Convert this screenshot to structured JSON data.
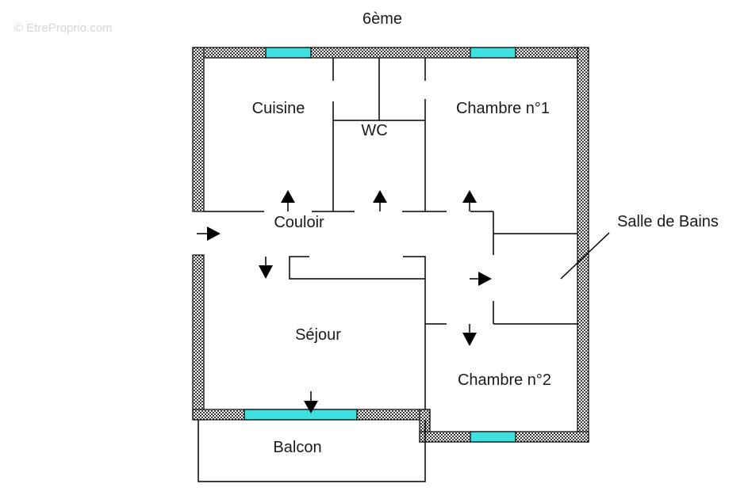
{
  "watermark": "© EtreProprio.com",
  "floor_label": "6ème",
  "rooms": {
    "cuisine": "Cuisine",
    "wc": "WC",
    "chambre1": "Chambre n°1",
    "couloir": "Couloir",
    "salle_de_bains": "Salle de Bains",
    "sejour": "Séjour",
    "chambre2": "Chambre n°2",
    "balcon": "Balcon"
  },
  "colors": {
    "window": "#3fe0e0",
    "wall_line": "#000000",
    "background": "#ffffff"
  }
}
